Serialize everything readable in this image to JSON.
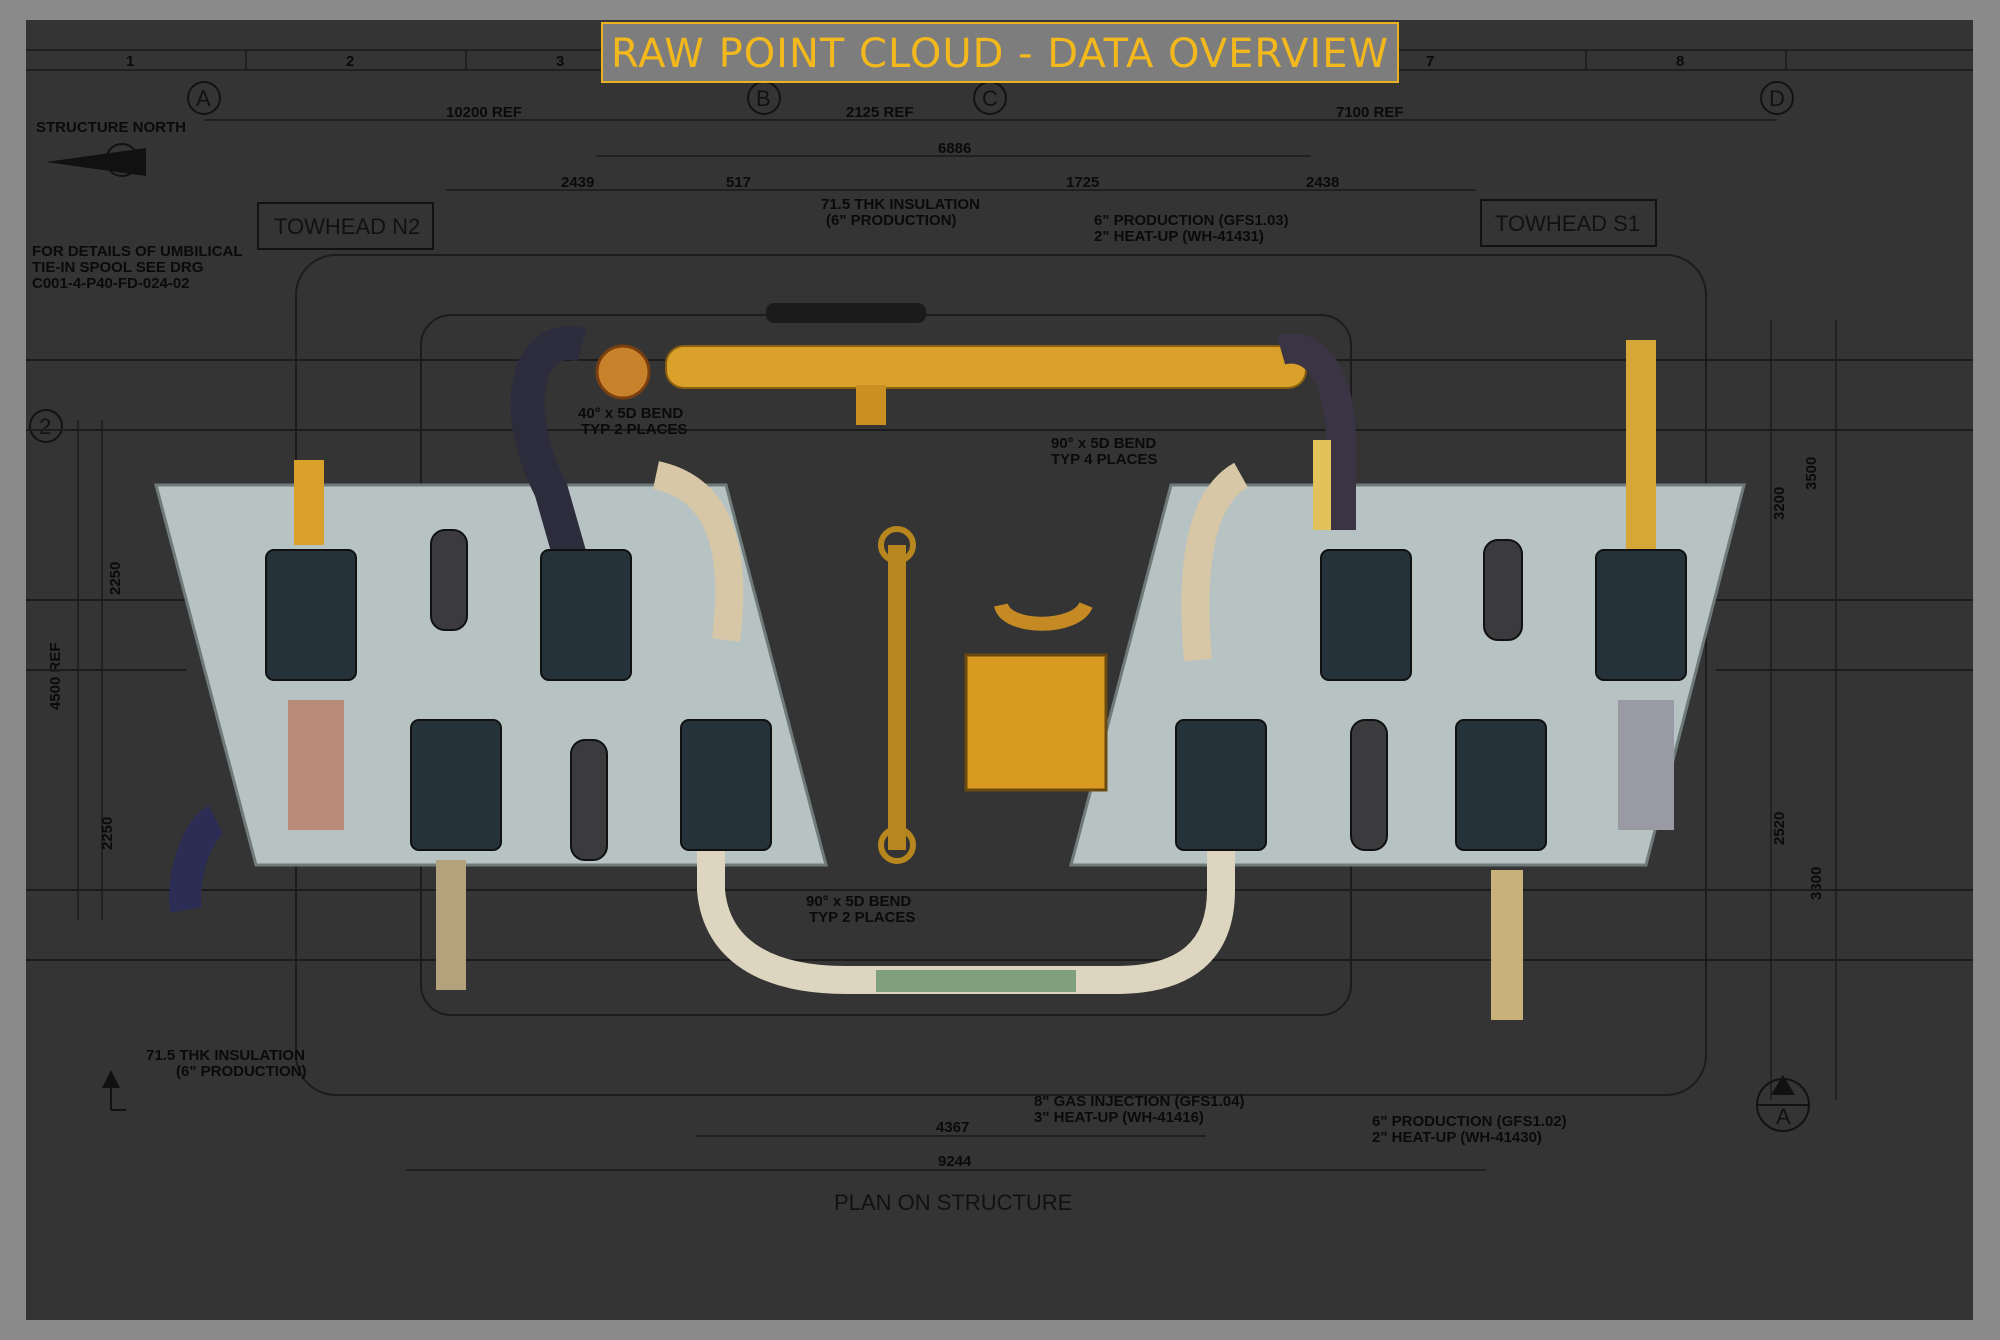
{
  "title": "RAW POINT CLOUD - DATA OVERVIEW",
  "drawing": {
    "grid_top": [
      "1",
      "2",
      "3",
      "7",
      "8"
    ],
    "column_markers": [
      "A",
      "B",
      "C",
      "D"
    ],
    "row_marker": "2",
    "north_label": "STRUCTURE NORTH",
    "dims_top": [
      "10200 REF",
      "2125 REF",
      "7100 REF",
      "6886",
      "2439",
      "517",
      "1725",
      "2438"
    ],
    "dims_left": [
      "2250",
      "4500 REF",
      "2250"
    ],
    "dims_right": [
      "3200",
      "3500",
      "2520",
      "3300"
    ],
    "dims_bottom": [
      "4367",
      "9244"
    ],
    "towhead_left": "TOWHEAD N2",
    "towhead_right": "TOWHEAD S1",
    "umbilical_note": [
      "FOR DETAILS OF UMBILICAL",
      "TIE-IN SPOOL SEE DRG",
      "C001-4-P40-FD-024-02"
    ],
    "insulation_top": [
      "71.5 THK INSULATION",
      "(6\" PRODUCTION)"
    ],
    "production_top": [
      "6\" PRODUCTION (GFS1.03)",
      "2\" HEAT-UP (WH-41431)"
    ],
    "bend_40": [
      "40° x 5D BEND",
      "TYP 2 PLACES"
    ],
    "bend_90_right": [
      "90° x 5D BEND",
      "TYP 4 PLACES"
    ],
    "bend_90_bottom": [
      "90° x 5D BEND",
      "TYP 2 PLACES"
    ],
    "insulation_bottom": [
      "71.5 THK INSULATION",
      "(6\" PRODUCTION)"
    ],
    "gas_injection": [
      "8\" GAS INJECTION (GFS1.04)",
      "3\" HEAT-UP (WH-41416)"
    ],
    "production_bottom": [
      "6\" PRODUCTION (GFS1.02)",
      "2\" HEAT-UP (WH-41430)"
    ],
    "section_marker": "A",
    "plan_title": "PLAN ON STRUCTURE"
  },
  "colors": {
    "frame": "#343434",
    "outer": "#8a8a8a",
    "title_text": "#f2b81c",
    "title_border": "#e8b220",
    "pipe_yellow": "#d9a02a",
    "slab": "#b7c3c2"
  }
}
